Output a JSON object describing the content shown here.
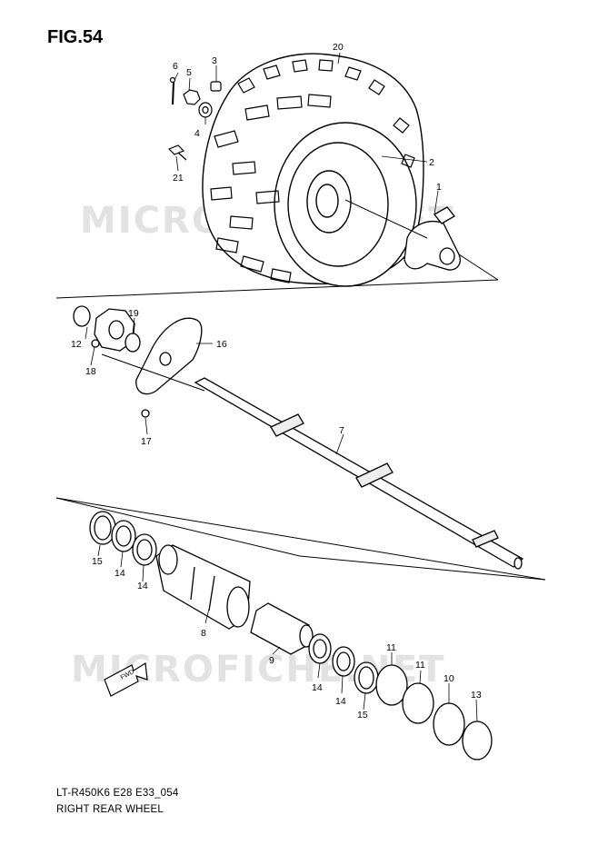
{
  "figure": {
    "title": "FIG.54",
    "code": "LT-R450K6 E28 E33_054",
    "name": "RIGHT REAR WHEEL"
  },
  "watermark": "MICROFICHE.NET",
  "direction_label": "FWD",
  "callouts": [
    "20",
    "6",
    "5",
    "3",
    "4",
    "2",
    "21",
    "1",
    "19",
    "12",
    "16",
    "18",
    "17",
    "7",
    "15",
    "14",
    "14",
    "8",
    "9",
    "14",
    "14",
    "15",
    "11",
    "11",
    "10",
    "13"
  ]
}
